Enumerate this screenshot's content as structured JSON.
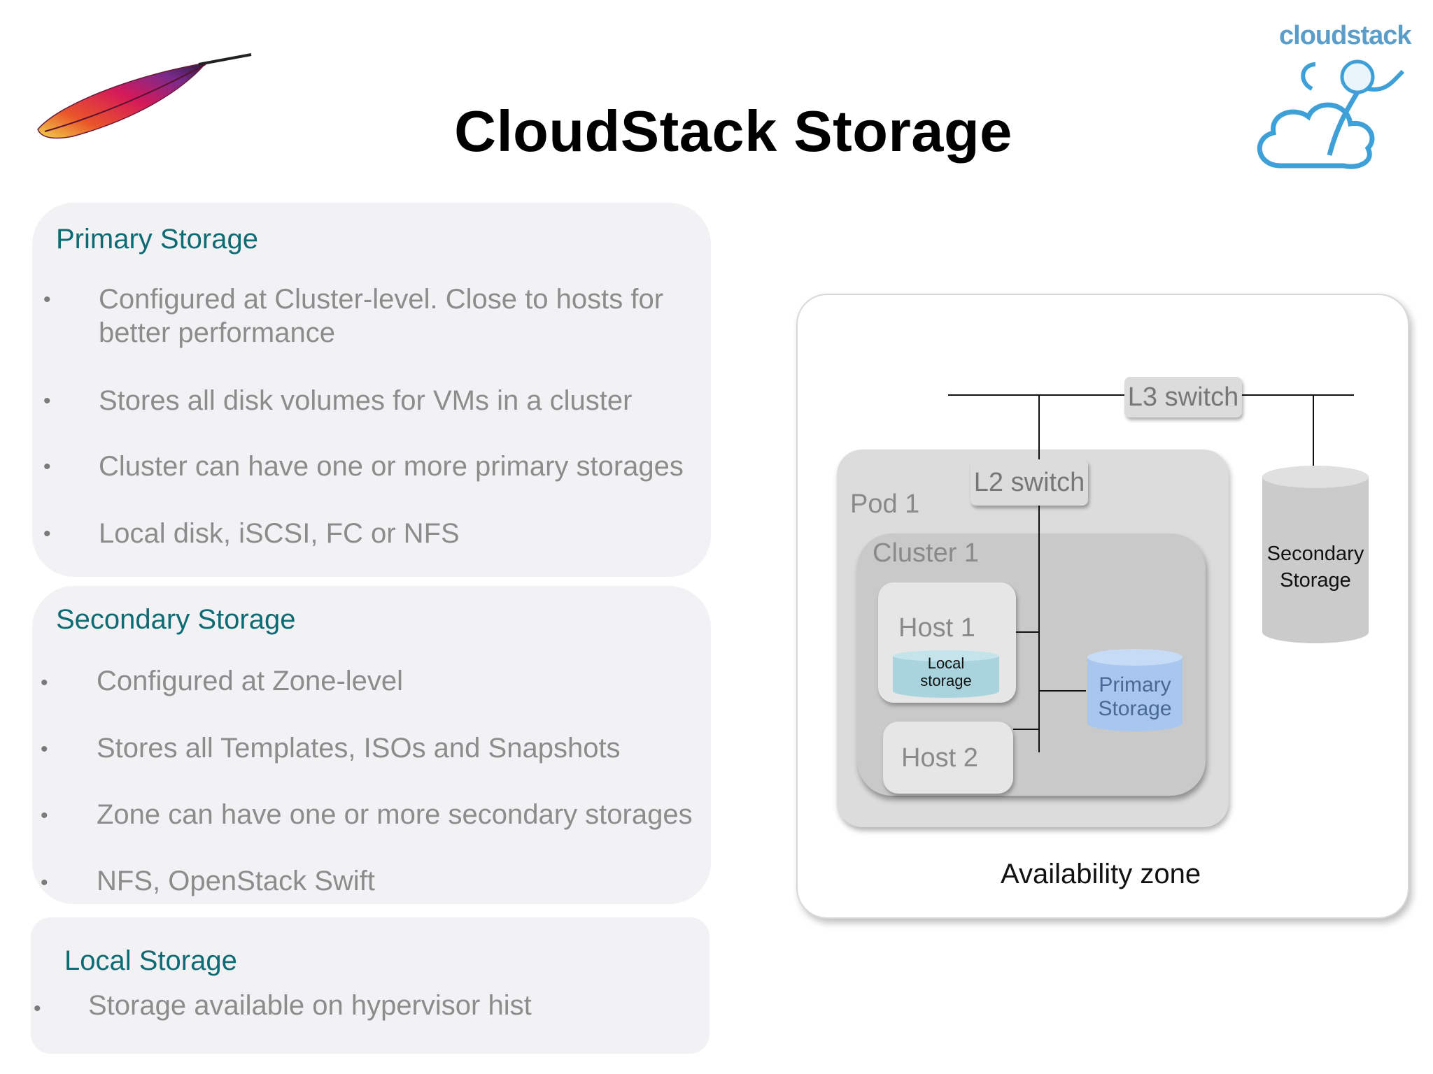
{
  "title": "CloudStack Storage",
  "logo": {
    "text": "cloudstack",
    "icon": "monkey-on-cloud"
  },
  "feather_icon": "apache-feather",
  "panels": {
    "primary": {
      "heading": "Primary Storage",
      "items": [
        "Configured at Cluster-level. Close to hosts for better performance",
        "Stores all disk volumes for VMs in a cluster",
        "Cluster can have one or more primary storages",
        "Local disk, iSCSI, FC or NFS"
      ]
    },
    "secondary": {
      "heading": "Secondary Storage",
      "items": [
        "Configured at Zone-level",
        "Stores all Templates, ISOs and Snapshots",
        "Zone can have one or more secondary storages",
        "NFS, OpenStack Swift"
      ]
    },
    "local": {
      "heading": "Local Storage",
      "items": [
        "Storage available on hypervisor hist"
      ]
    }
  },
  "diagram": {
    "zone_label": "Availability zone",
    "l3_switch": "L3 switch",
    "l2_switch": "L2 switch",
    "pod": "Pod 1",
    "cluster": "Cluster 1",
    "host1": "Host 1",
    "host2": "Host 2",
    "local_storage": [
      "Local",
      "storage"
    ],
    "primary_storage": [
      "Primary",
      "Storage"
    ],
    "secondary_storage": [
      "Secondary",
      "Storage"
    ]
  },
  "colors": {
    "heading": "#0d6b73",
    "bullet_text": "#8c8c8c",
    "primary_cylinder": "#a9c6ef",
    "local_cylinder": "#a9d4de",
    "secondary_cylinder": "#cbcbcb"
  }
}
